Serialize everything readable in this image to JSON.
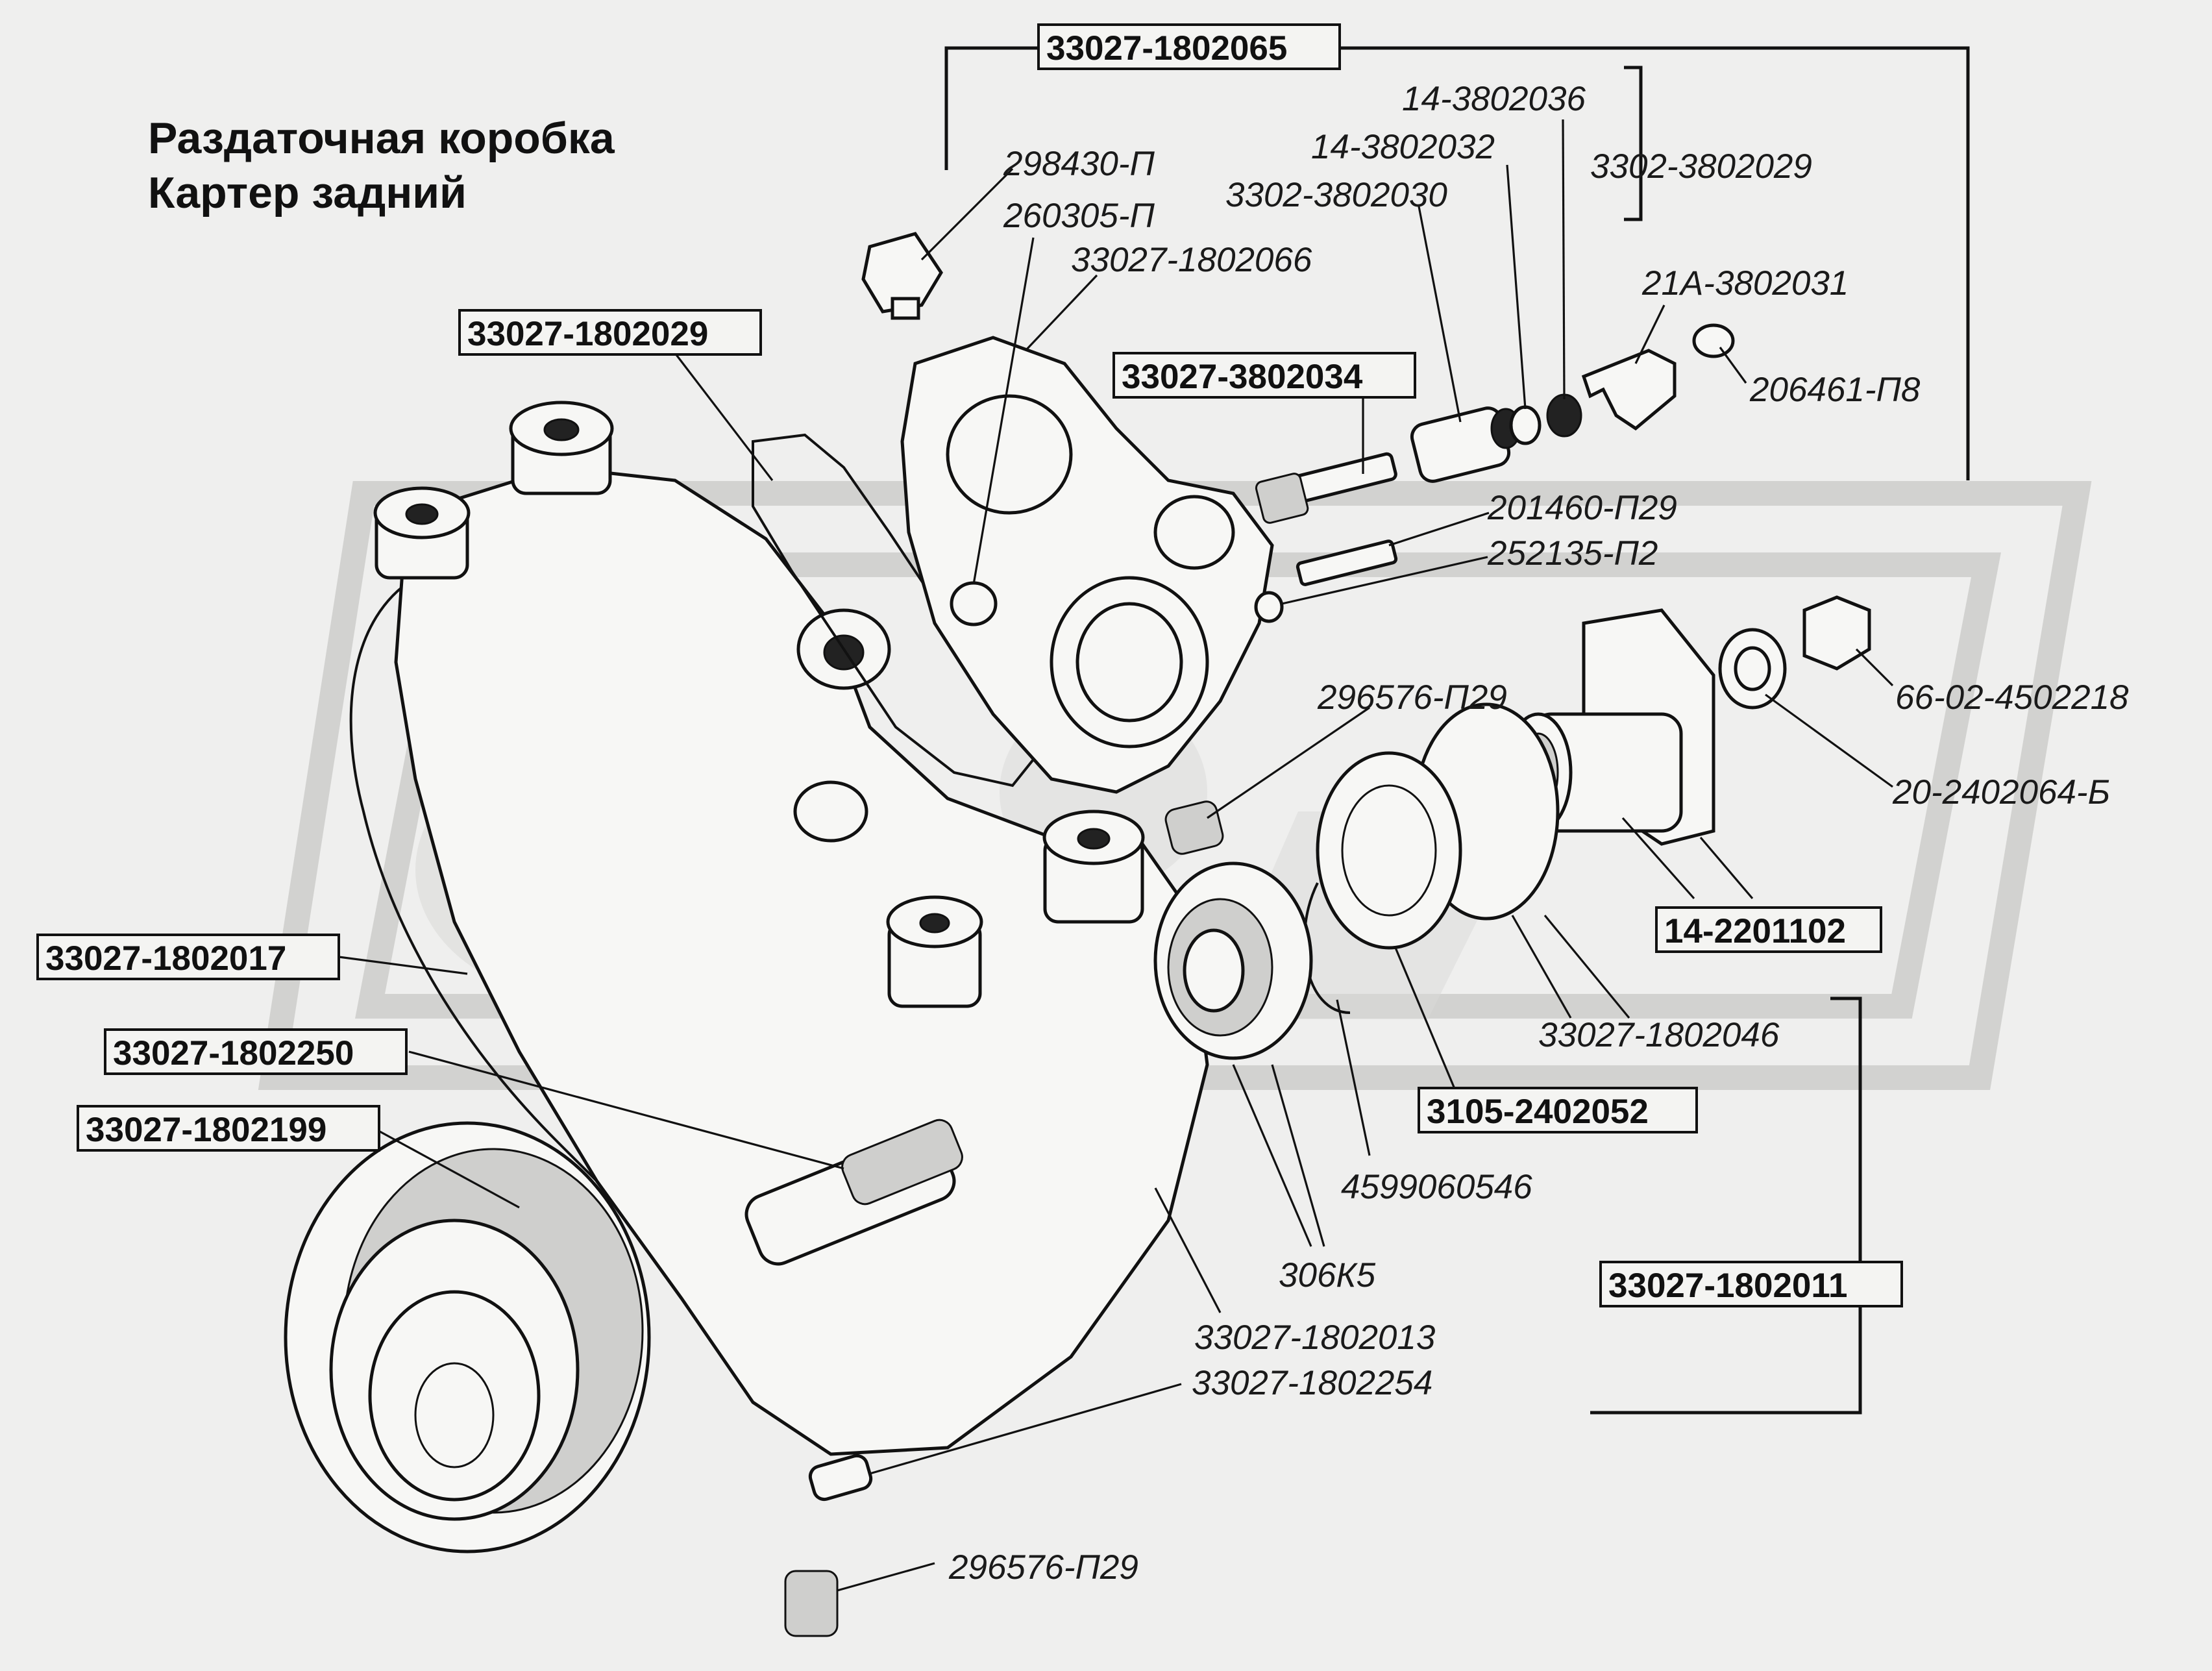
{
  "title": {
    "line1": "Раздаточная коробка",
    "line2": "Картер задний"
  },
  "labels": {
    "l_33027_1802065": "33027-1802065",
    "l_14_3802036": "14-3802036",
    "l_14_3802032": "14-3802032",
    "l_3302_3802029": "3302-3802029",
    "l_298430_P": "298430-П",
    "l_3302_3802030": "3302-3802030",
    "l_260305_P": "260305-П",
    "l_33027_1802066": "33027-1802066",
    "l_21A_3802031": "21А-3802031",
    "l_33027_1802029": "33027-1802029",
    "l_33027_3802034": "33027-3802034",
    "l_206461_P8": "206461-П8",
    "l_201460_P29": "201460-П29",
    "l_252135_P2": "252135-П2",
    "l_296576_P29_top": "296576-П29",
    "l_66_02_4502218": "66-02-4502218",
    "l_20_2402064_B": "20-2402064-Б",
    "l_14_2201102": "14-2201102",
    "l_33027_1802017": "33027-1802017",
    "l_33027_1802046": "33027-1802046",
    "l_33027_1802250": "33027-1802250",
    "l_3105_2402052": "3105-2402052",
    "l_33027_1802199": "33027-1802199",
    "l_4599060546": "4599060546",
    "l_306K5": "306К5",
    "l_33027_1802011": "33027-1802011",
    "l_33027_1802013": "33027-1802013",
    "l_33027_1802254": "33027-1802254",
    "l_296576_P29_bottom": "296576-П29"
  },
  "colors": {
    "background": "#efefee",
    "ink": "#111111",
    "watermark": "#d9d9d7"
  }
}
